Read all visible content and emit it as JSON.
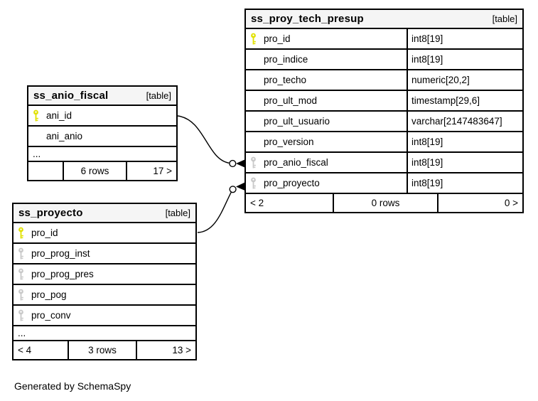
{
  "page": {
    "generated_by": "Generated by SchemaSpy"
  },
  "colors": {
    "primary_key": "#e1e100",
    "foreign_key": "#c9c9c9",
    "header_bg": "#f5f5f5",
    "border": "#000000",
    "background": "#ffffff"
  },
  "tables": [
    {
      "title": "ss_proy_tech_presup",
      "tag": "[table]",
      "columns": [
        {
          "name": "pro_id",
          "type": "int8[19]",
          "key": "primary"
        },
        {
          "name": "pro_indice",
          "type": "int8[19]",
          "key": null
        },
        {
          "name": "pro_techo",
          "type": "numeric[20,2]",
          "key": null
        },
        {
          "name": "pro_ult_mod",
          "type": "timestamp[29,6]",
          "key": null
        },
        {
          "name": "pro_ult_usuario",
          "type": "varchar[2147483647]",
          "key": null
        },
        {
          "name": "pro_version",
          "type": "int8[19]",
          "key": null
        },
        {
          "name": "pro_anio_fiscal",
          "type": "int8[19]",
          "key": "foreign"
        },
        {
          "name": "pro_proyecto",
          "type": "int8[19]",
          "key": "foreign"
        }
      ],
      "footer": {
        "left": "< 2",
        "center": "0 rows",
        "right": "0 >"
      }
    },
    {
      "title": "ss_anio_fiscal",
      "tag": "[table]",
      "columns": [
        {
          "name": "ani_id",
          "key": "primary"
        },
        {
          "name": "ani_anio",
          "key": null
        }
      ],
      "ellipsis": "...",
      "footer": {
        "left": "",
        "center": "6 rows",
        "right": "17 >"
      }
    },
    {
      "title": "ss_proyecto",
      "tag": "[table]",
      "columns": [
        {
          "name": "pro_id",
          "key": "primary"
        },
        {
          "name": "pro_prog_inst",
          "key": "foreign"
        },
        {
          "name": "pro_prog_pres",
          "key": "foreign"
        },
        {
          "name": "pro_pog",
          "key": "foreign"
        },
        {
          "name": "pro_conv",
          "key": "foreign"
        }
      ],
      "ellipsis": "...",
      "footer": {
        "left": "< 4",
        "center": "3 rows",
        "right": "13 >"
      }
    }
  ],
  "relationships": [
    {
      "from_table": "ss_anio_fiscal",
      "from_column": "ani_id",
      "to_table": "ss_proy_tech_presup",
      "to_column": "pro_anio_fiscal"
    },
    {
      "from_table": "ss_proyecto",
      "from_column": "pro_id",
      "to_table": "ss_proy_tech_presup",
      "to_column": "pro_proyecto"
    }
  ]
}
